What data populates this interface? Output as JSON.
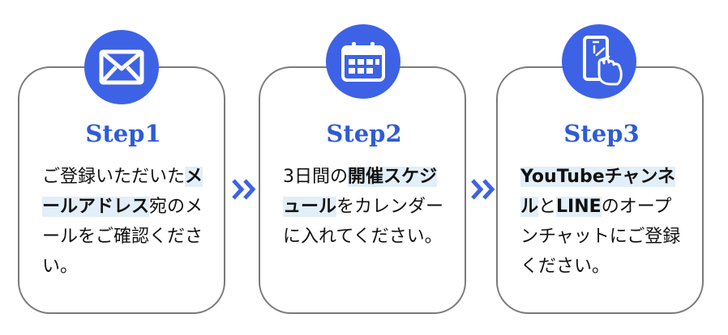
{
  "colors": {
    "accent": "#3d62e5",
    "step_text": "#2f5bd8",
    "highlight": "#e2eef8",
    "card_border": "#7a7a7a"
  },
  "steps": [
    {
      "icon": "mail-icon",
      "label": "Step1",
      "text_parts": [
        {
          "t": "ご登録いただいた",
          "hl": false
        },
        {
          "t": "メールアドレス",
          "hl": true
        },
        {
          "t": "宛のメールをご確認ください。",
          "hl": false
        }
      ]
    },
    {
      "icon": "calendar-icon",
      "label": "Step2",
      "text_parts": [
        {
          "t": "3日間の",
          "hl": false
        },
        {
          "t": "開催スケジュール",
          "hl": true
        },
        {
          "t": "をカレンダーに入れてください。",
          "hl": false
        }
      ]
    },
    {
      "icon": "smartphone-tap-icon",
      "label": "Step3",
      "text_parts": [
        {
          "t": "YouTubeチャンネル",
          "hl": true
        },
        {
          "t": "と",
          "hl": false
        },
        {
          "t": "LINE",
          "hl": true
        },
        {
          "t": "のオープンチャットにご登録ください。",
          "hl": false
        }
      ]
    }
  ],
  "separators": [
    "double-chevron-right-icon",
    "double-chevron-right-icon"
  ]
}
